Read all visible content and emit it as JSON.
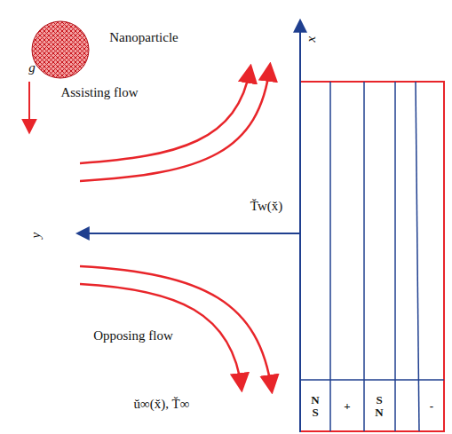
{
  "diagram": {
    "labels": [
      "Nanoparticle",
      "g",
      "Assisting flow",
      "x",
      "y",
      "T̆w(x̆)",
      "N S",
      "+",
      "S N",
      "-",
      "Opposing flow",
      "ŭ∞(x̆), T̆∞"
    ]
  }
}
